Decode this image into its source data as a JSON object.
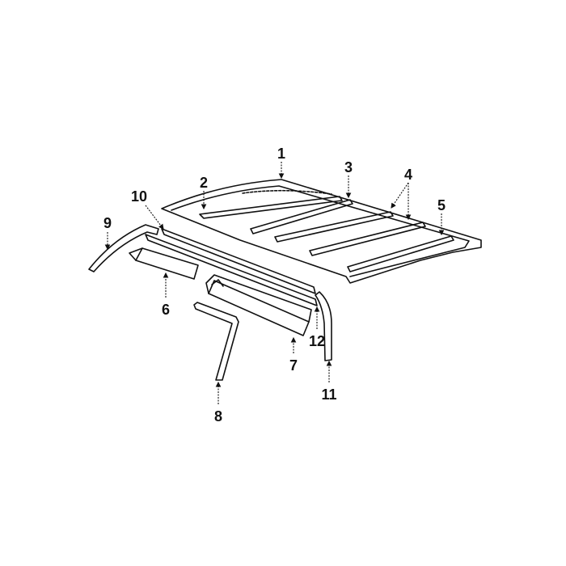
{
  "diagram": {
    "callouts": [
      {
        "id": "1",
        "text": "1"
      },
      {
        "id": "2",
        "text": "2"
      },
      {
        "id": "3",
        "text": "3"
      },
      {
        "id": "4",
        "text": "4"
      },
      {
        "id": "5",
        "text": "5"
      },
      {
        "id": "6",
        "text": "6"
      },
      {
        "id": "7",
        "text": "7"
      },
      {
        "id": "8",
        "text": "8"
      },
      {
        "id": "9",
        "text": "9"
      },
      {
        "id": "10",
        "text": "10"
      },
      {
        "id": "11",
        "text": "11"
      },
      {
        "id": "12",
        "text": "12"
      }
    ],
    "line_color": "#111111",
    "background": "#ffffff"
  }
}
